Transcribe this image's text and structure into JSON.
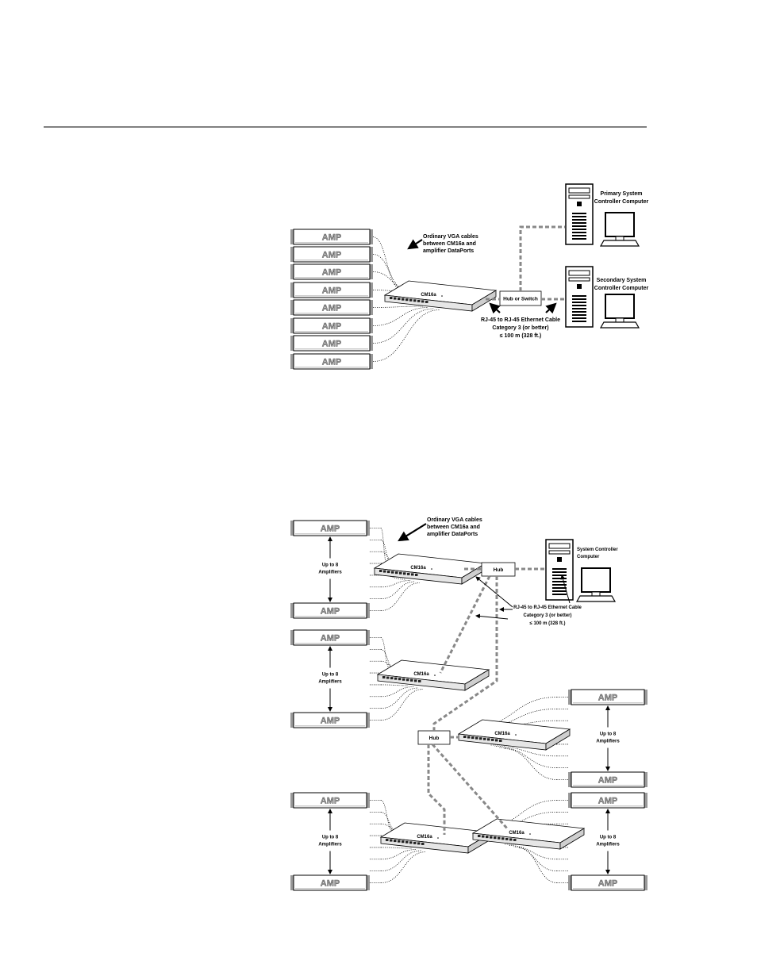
{
  "amp_label": "AMP",
  "cm16a_label": "CM16a",
  "diagram1": {
    "vga_note": [
      "Ordinary VGA cables",
      "between CM16a and",
      "amplifier DataPorts"
    ],
    "hub_label": "Hub or Switch",
    "primary_computer": [
      "Primary System",
      "Controller Computer"
    ],
    "secondary_computer": [
      "Secondary System",
      "Controller Computer"
    ],
    "ethernet_note": [
      "RJ-45 to RJ-45 Ethernet Cable",
      "Category 3 (or better)",
      "≤ 100 m (328 ft.)"
    ]
  },
  "diagram2": {
    "vga_note": [
      "Ordinary VGA cables",
      "between CM16a and",
      "amplifier DataPorts"
    ],
    "hub_label": "Hub",
    "computer": [
      "System Controller",
      "Computer"
    ],
    "ethernet_note": [
      "RJ-45 to RJ-45 Ethernet Cable",
      "Category 3 (or better)",
      "≤ 100 m (328 ft.)"
    ],
    "range_label": [
      "Up to 8",
      "Amplifiers"
    ]
  },
  "colors": {
    "ethernet": "#888888",
    "line": "#000000",
    "amp_text": "#999999"
  }
}
